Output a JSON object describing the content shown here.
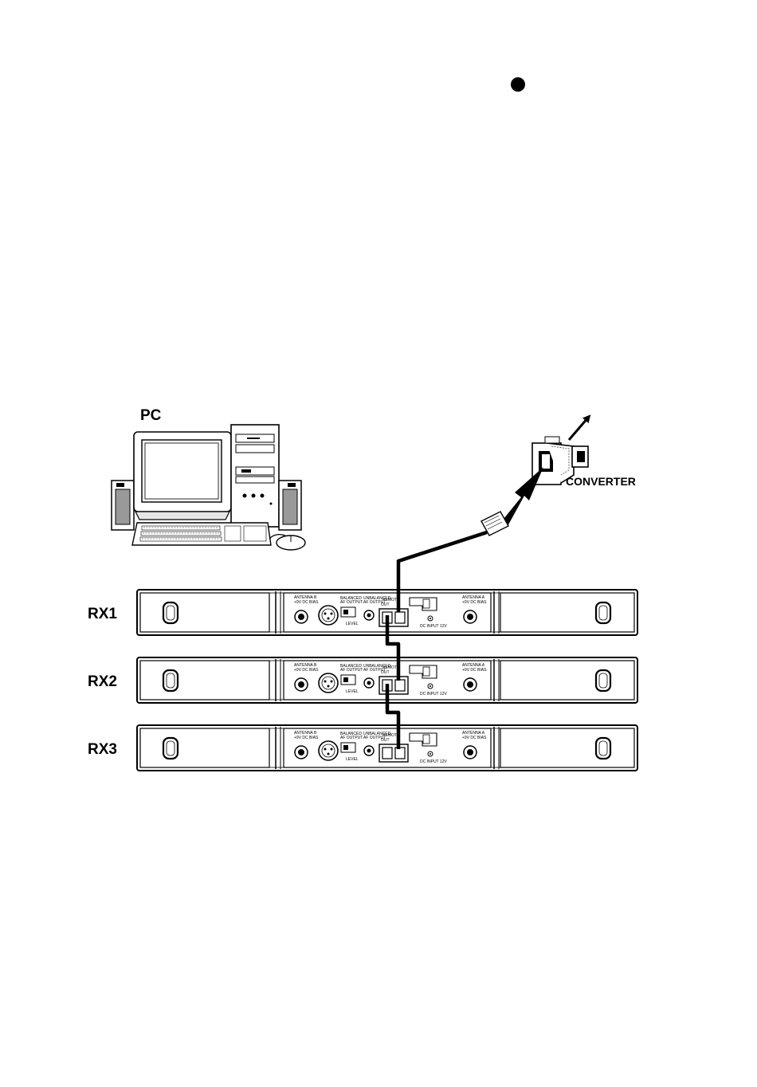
{
  "diagram": {
    "labels": {
      "pc": "PC",
      "converter": "CONVERTER",
      "rx1": "RX1",
      "rx2": "RX2",
      "rx3": "RX3"
    },
    "panel_text": {
      "antenna_b": "ANTENNA B",
      "antenna_a": "ANTENNA A",
      "dc_bias": "+9V DC BIAS",
      "balanced": "BALANCED",
      "af_output": "AF OUTPUT",
      "unbalanced": "UNBALANCED",
      "level": "LEVEL",
      "remote": "REMOTE",
      "out": "OUT",
      "dc_input": "DC INPUT 12V"
    }
  }
}
